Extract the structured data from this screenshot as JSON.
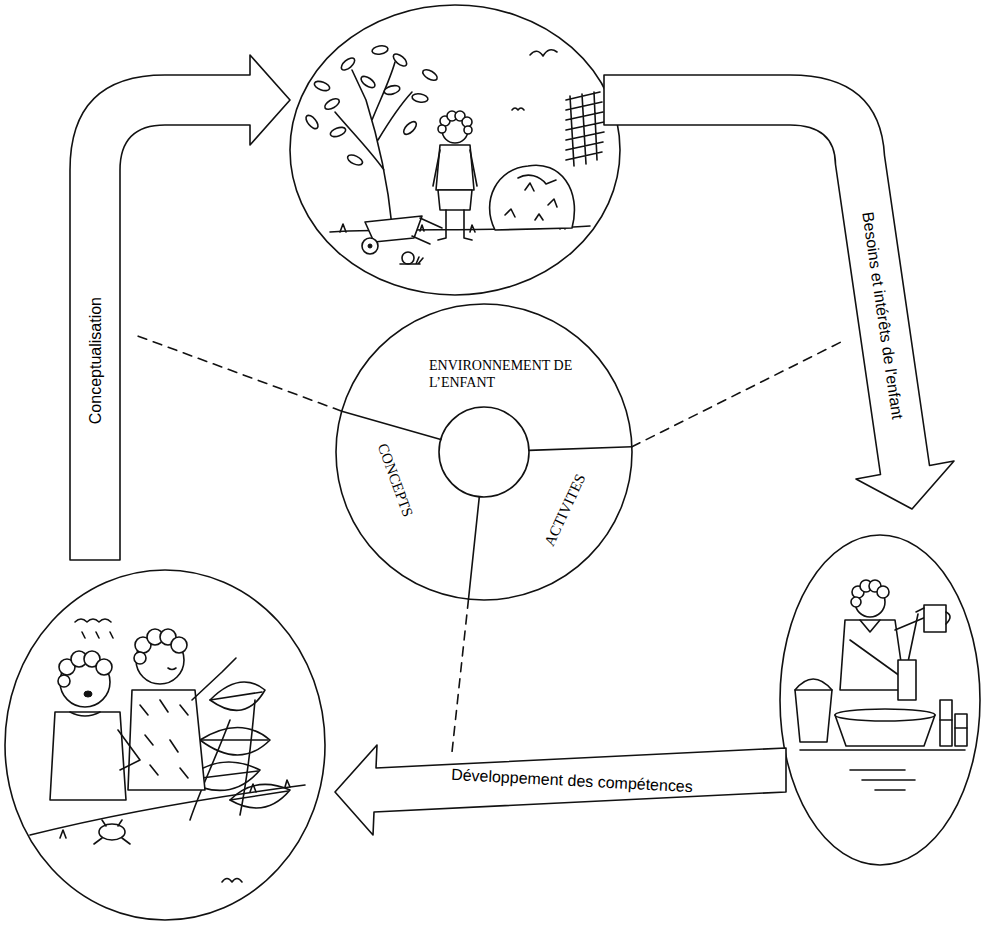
{
  "diagram": {
    "nodes": [
      {
        "text": [
          "ENVIRONNEMENT DE L’ENFANT"
        ]
      },
      {
        "text": [
          "ACTIVITES"
        ]
      },
      {
        "text": [
          "CONCEPTS"
        ]
      },
      {
        "text": [
          "Besoins et intérêts de l'enfant"
        ]
      },
      {
        "text": [
          "Développement des compétences"
        ]
      },
      {
        "text": [
          "Conceptualisation"
        ]
      }
    ]
  }
}
